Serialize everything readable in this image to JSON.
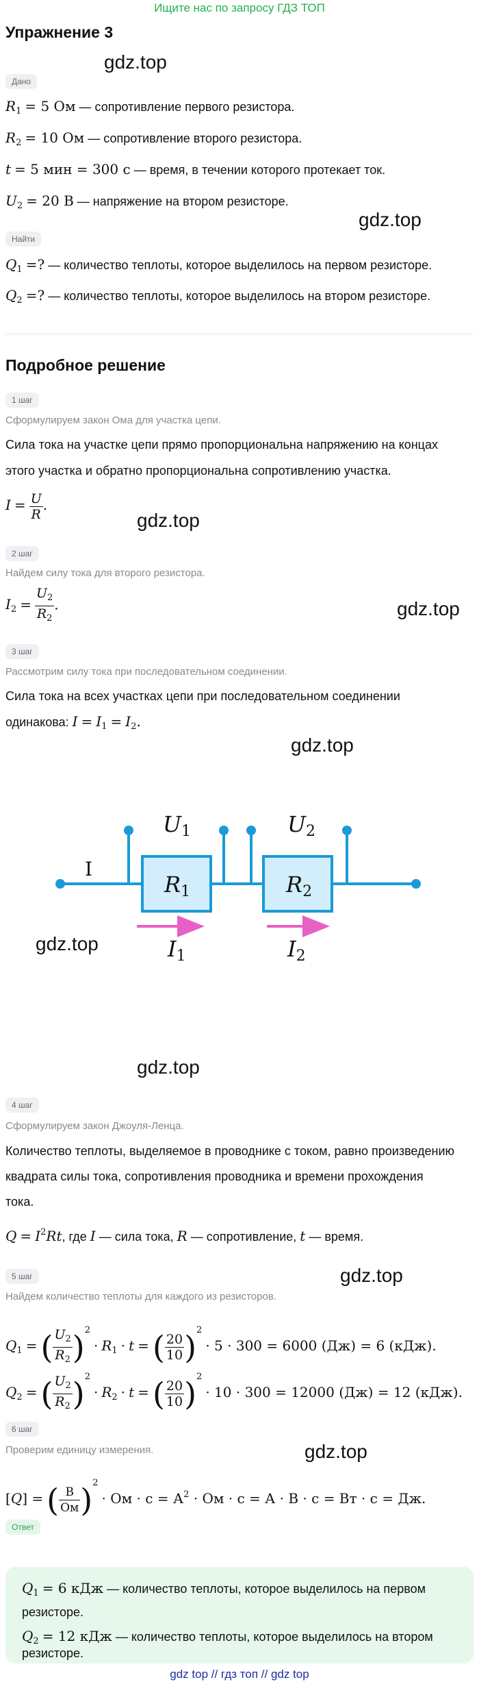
{
  "banner": "Ищите нас по запросу ГДЗ ТОП",
  "title": "Упражнение 3",
  "watermark": "gdz.top",
  "chips": {
    "given": "Дано",
    "find": "Найти",
    "step1": "1 шаг",
    "step2": "2 шаг",
    "step3": "3 шаг",
    "step4": "4 шаг",
    "step5": "5 шаг",
    "step6": "6 шаг",
    "answer": "Ответ"
  },
  "given": {
    "r1_text": "— сопротивление первого резистора.",
    "r2_text": "— сопротивление второго резистора.",
    "t_text": "— время, в течении которого протекает ток.",
    "u2_text": "— напряжение на втором резисторе."
  },
  "find": {
    "q1_text": "— количество теплоты, которое выделилось на первом резисторе.",
    "q2_text": "— количество теплоты, которое выделилось на втором резисторе."
  },
  "solution_title": "Подробное решение",
  "steps": {
    "s1_hint": "Сформулируем закон Ома для участка цепи.",
    "s1_line1": "Сила тока на участке цепи прямо пропорциональна напряжению на концах",
    "s1_line2": "этого участка и обратно пропорциональна сопротивлению участка.",
    "s2_hint": "Найдем силу тока для второго резистора.",
    "s3_hint": "Рассмотрим силу тока при последовательном соединении.",
    "s3_line1": "Сила тока на всех участках цепи при последовательном соединении",
    "s3_line2": "одинакова:",
    "s4_hint": "Сформулируем закон Джоуля-Ленца.",
    "s4_line1": "Количество теплоты, выделяемое в проводнике с током, равно произведению",
    "s4_line2": "квадрата силы тока, сопротивления проводника и времени прохождения",
    "s4_line3": "тока.",
    "s4_where": ", где",
    "s4_i": "— сила тока,",
    "s4_r": "— сопротивление,",
    "s4_t": "— время.",
    "s5_hint": "Найдем количество теплоты для каждого из резисторов.",
    "s6_hint": "Проверим единицу измерения."
  },
  "answer": {
    "a1_text": "— количество теплоты, которое выделилось на первом",
    "a1_cont": "резисторе.",
    "a2_text": "— количество теплоты, которое выделилось на втором",
    "a2_cont": "резисторе."
  },
  "circuit": {
    "label_i": "I",
    "label_u1": "U",
    "label_u1_sub": "1",
    "label_u2": "U",
    "label_u2_sub": "2",
    "label_r1": "R",
    "label_r1_sub": "1",
    "label_r2": "R",
    "label_r2_sub": "2",
    "label_i1": "I",
    "label_i1_sub": "1",
    "label_i2": "I",
    "label_i2_sub": "2",
    "colors": {
      "wire": "#1a9bd7",
      "resistor_fill": "#d2edfb",
      "arrow": "#e860c4",
      "node": "#1a9bd7"
    }
  },
  "footer": "gdz top // гдз топ // gdz top"
}
